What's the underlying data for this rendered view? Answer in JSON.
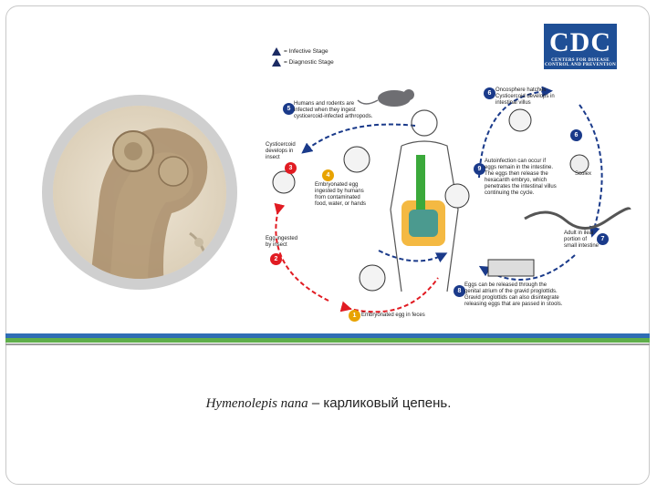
{
  "logo": {
    "text": "CDC",
    "subtext": "CENTERS FOR DISEASE CONTROL AND PREVENTION"
  },
  "legend": {
    "infective_label": "= Infective Stage",
    "diagnostic_label": "= Diagnostic Stage",
    "infective_mark": "i",
    "diagnostic_mark": "d"
  },
  "cycle": {
    "step1": {
      "num": "1",
      "text": [
        "Embryonated egg in feces"
      ]
    },
    "step2": {
      "num": "2",
      "text": [
        "Egg ingested",
        "by insect"
      ]
    },
    "step3": {
      "num": "3",
      "text": [
        "Cysticercoid",
        "develops in",
        "insect"
      ]
    },
    "step4": {
      "num": "4",
      "text": [
        "Embryonated egg",
        "ingested by humans",
        "from contaminated",
        "food, water, or hands"
      ]
    },
    "step5": {
      "num": "5",
      "text": [
        "Humans and rodents are",
        "infected when they ingest",
        "cysticercoid-infected arthropods."
      ]
    },
    "step6": {
      "num": "6",
      "text": [
        "Oncosphere hatches",
        "Cysticercoid develops in",
        "intestinal villus"
      ]
    },
    "step6_scolex": "Scolex",
    "step7": {
      "num": "7",
      "text": [
        "Adult in ileal",
        "portion of",
        "small intestine"
      ]
    },
    "step8": {
      "num": "8",
      "text": [
        "Eggs can be released through the",
        "genital atrium of the gravid proglottids.",
        "Gravid proglottids can also disintegrate",
        "releasing eggs that are passed in stools."
      ]
    },
    "step9": {
      "num": "9",
      "text": [
        "Autoinfection can occur if",
        "eggs remain in the intestine.",
        "The eggs then release the",
        "hexacanth embryo, which",
        "penetrates the intestinal villus",
        "continuing the cycle."
      ]
    }
  },
  "caption": {
    "scientific_name": "Hymenolepis nana",
    "dash": " – ",
    "russian_name": "карликовый цепень."
  },
  "colors": {
    "accent_blue": "#1a3a8a",
    "accent_red": "#e11b22",
    "stripe_blue": "#2f6db5",
    "stripe_green": "#5fae4b",
    "stripe_gray": "#9e9e9e"
  }
}
